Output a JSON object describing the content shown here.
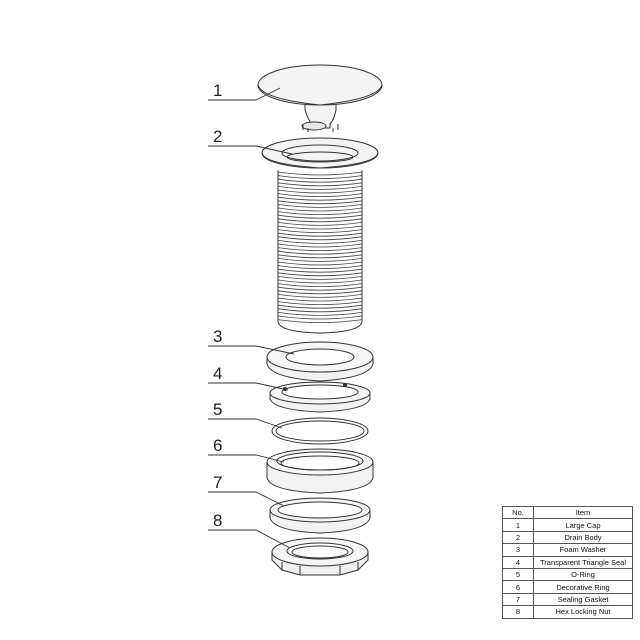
{
  "callouts": [
    {
      "number": "1",
      "part": "Large Cap"
    },
    {
      "number": "2",
      "part": "Drain Body"
    },
    {
      "number": "3",
      "part": "Foam Washer"
    },
    {
      "number": "4",
      "part": "Transparent Triangle Seal"
    },
    {
      "number": "5",
      "part": "O-Ring"
    },
    {
      "number": "6",
      "part": "Decorative Ring"
    },
    {
      "number": "7",
      "part": "Sealing Gasket"
    },
    {
      "number": "8",
      "part": "Hex Locking Nut"
    }
  ],
  "table": {
    "headers": {
      "no": "No.",
      "item": "Item"
    },
    "rows": [
      {
        "no": "1",
        "item": "Large Cap"
      },
      {
        "no": "2",
        "item": "Drain Body"
      },
      {
        "no": "3",
        "item": "Foam Washer"
      },
      {
        "no": "4",
        "item": "Transparent Triangle Seal"
      },
      {
        "no": "5",
        "item": "O-Ring"
      },
      {
        "no": "6",
        "item": "Decorative Ring"
      },
      {
        "no": "7",
        "item": "Sealing Gasket"
      },
      {
        "no": "8",
        "item": "Hex Locking Nut"
      }
    ]
  },
  "colors": {
    "line": "#333333",
    "part_fill": "#f2f2f2",
    "background": "#ffffff"
  }
}
